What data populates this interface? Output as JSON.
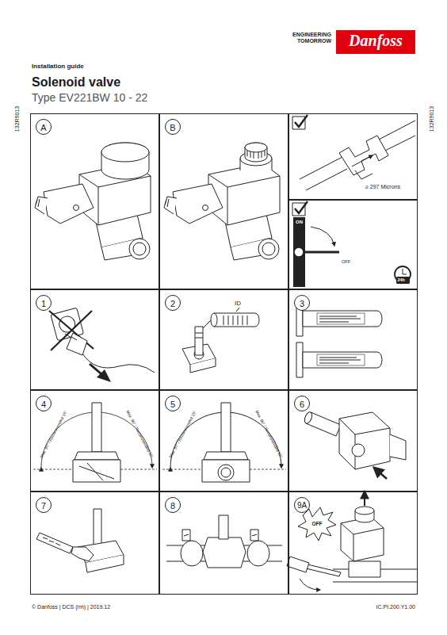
{
  "diagram": {
    "title": "Solenoid valve",
    "nodes": [
      {
        "text": [
          "A"
        ]
      },
      {
        "text": [
          "B"
        ]
      },
      {
        "text": [
          "≥ 297 Microns"
        ]
      },
      {
        "text": [
          "ON",
          "OFF",
          "24h"
        ]
      },
      {
        "text": [
          "1"
        ]
      },
      {
        "text": [
          "2"
        ]
      },
      {
        "text": [
          "3"
        ]
      },
      {
        "text": [
          "4"
        ]
      },
      {
        "text": [
          "5"
        ]
      },
      {
        "text": [
          "6"
        ]
      },
      {
        "text": [
          "7"
        ]
      },
      {
        "text": [
          "8"
        ]
      },
      {
        "text": [
          "9A"
        ]
      }
    ],
    "labels": [
      "ENGINEERING TOMORROW",
      "Danfoss",
      "Installation guide",
      "Type EV221BW 10 - 22",
      "132R9013",
      "132R9013",
      "ID",
      "Max. 90° / Recommended 15°",
      "Max. 90° / Recommended 15°",
      "Max. 90° / Recommended 15°",
      "Max. 90° / Recommended 15°",
      "OFF",
      "© Danfoss | DCS (rm) | 2019.12",
      "IC.PI.200.Y1.00"
    ]
  }
}
